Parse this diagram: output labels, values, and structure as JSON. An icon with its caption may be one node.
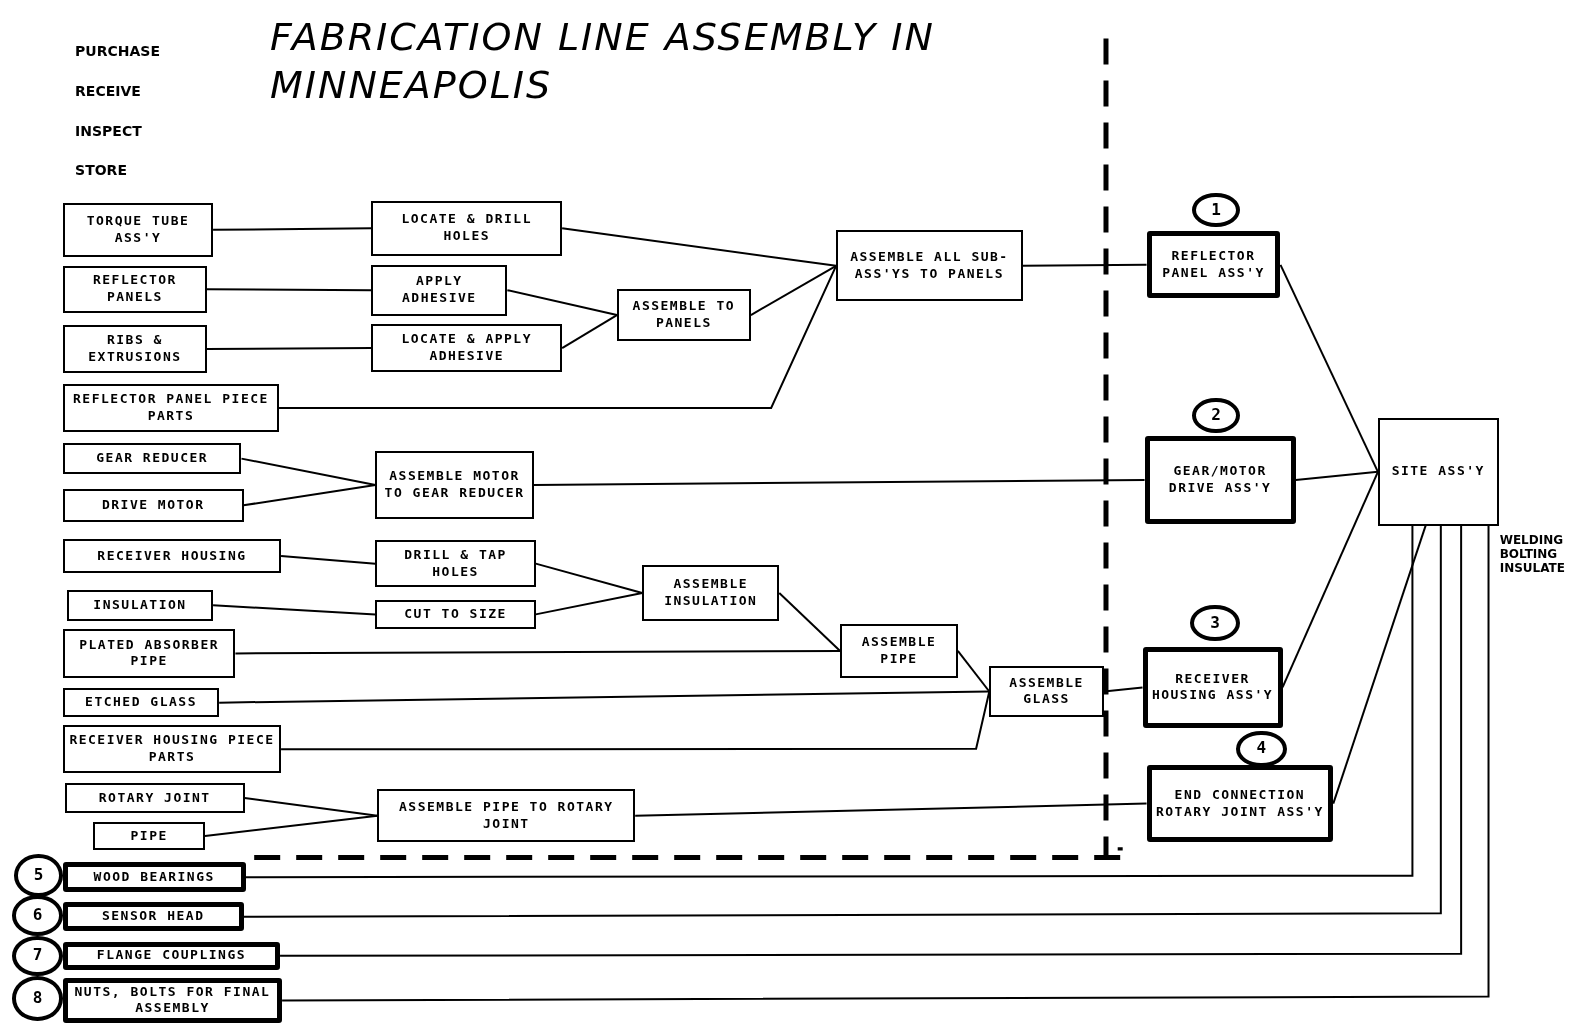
{
  "diagram": {
    "title": "FABRICATION LINE ASSEMBLY IN MINNEAPOLIS",
    "nodes": [
      {
        "text": [
          "TORQUE TUBE ASS'Y"
        ]
      },
      {
        "text": [
          "REFLECTOR PANELS"
        ]
      },
      {
        "text": [
          "RIBS & EXTRUSIONS"
        ]
      },
      {
        "text": [
          "REFLECTOR PANEL PIECE PARTS"
        ]
      },
      {
        "text": [
          "GEAR REDUCER"
        ]
      },
      {
        "text": [
          "DRIVE MOTOR"
        ]
      },
      {
        "text": [
          "RECEIVER HOUSING"
        ]
      },
      {
        "text": [
          "INSULATION"
        ]
      },
      {
        "text": [
          "PLATED ABSORBER PIPE"
        ]
      },
      {
        "text": [
          "ETCHED GLASS"
        ]
      },
      {
        "text": [
          "RECEIVER HOUSING PIECE PARTS"
        ]
      },
      {
        "text": [
          "ROTARY JOINT"
        ]
      },
      {
        "text": [
          "PIPE"
        ]
      },
      {
        "text": [
          "WOOD BEARINGS"
        ]
      },
      {
        "text": [
          "SENSOR HEAD"
        ]
      },
      {
        "text": [
          "FLANGE COUPLINGS"
        ]
      },
      {
        "text": [
          "NUTS, BOLTS FOR FINAL ASSEMBLY"
        ]
      },
      {
        "text": [
          "LOCATE & DRILL HOLES"
        ]
      },
      {
        "text": [
          "APPLY ADHESIVE"
        ]
      },
      {
        "text": [
          "LOCATE & APPLY ADHESIVE"
        ]
      },
      {
        "text": [
          "ASSEMBLE TO PANELS"
        ]
      },
      {
        "text": [
          "ASSEMBLE ALL SUB-ASS'YS TO PANELS"
        ]
      },
      {
        "text": [
          "ASSEMBLE MOTOR TO GEAR REDUCER"
        ]
      },
      {
        "text": [
          "DRILL & TAP HOLES"
        ]
      },
      {
        "text": [
          "CUT TO SIZE"
        ]
      },
      {
        "text": [
          "ASSEMBLE INSULATION"
        ]
      },
      {
        "text": [
          "ASSEMBLE PIPE"
        ]
      },
      {
        "text": [
          "ASSEMBLE GLASS"
        ]
      },
      {
        "text": [
          "ASSEMBLE PIPE TO ROTARY JOINT"
        ]
      },
      {
        "text": [
          "REFLECTOR PANEL ASS'Y"
        ]
      },
      {
        "text": [
          "GEAR/MOTOR DRIVE ASS'Y"
        ]
      },
      {
        "text": [
          "RECEIVER HOUSING ASS'Y"
        ]
      },
      {
        "text": [
          "END CONNECTION ROTARY JOINT ASS'Y"
        ]
      },
      {
        "text": [
          "SITE ASS'Y"
        ]
      },
      {
        "text": [
          "1"
        ]
      },
      {
        "text": [
          "2"
        ]
      },
      {
        "text": [
          "3"
        ]
      },
      {
        "text": [
          "4"
        ]
      },
      {
        "text": [
          "5"
        ]
      },
      {
        "text": [
          "6"
        ]
      },
      {
        "text": [
          "7"
        ]
      },
      {
        "text": [
          "8"
        ]
      }
    ],
    "edges": [
      {
        "from": 0,
        "to": 17,
        "arrow": "none"
      },
      {
        "from": 17,
        "to": 21,
        "arrow": "none"
      },
      {
        "from": 1,
        "to": 18,
        "arrow": "none"
      },
      {
        "from": 18,
        "to": 20,
        "arrow": "none"
      },
      {
        "from": 2,
        "to": 19,
        "arrow": "none"
      },
      {
        "from": 19,
        "to": 20,
        "arrow": "none"
      },
      {
        "from": 20,
        "to": 21,
        "arrow": "none"
      },
      {
        "from": 3,
        "to": 21,
        "arrow": "none"
      },
      {
        "from": 21,
        "to": 29,
        "arrow": "none"
      },
      {
        "from": 4,
        "to": 22,
        "arrow": "none"
      },
      {
        "from": 5,
        "to": 22,
        "arrow": "none"
      },
      {
        "from": 22,
        "to": 30,
        "arrow": "none"
      },
      {
        "from": 6,
        "to": 23,
        "arrow": "none"
      },
      {
        "from": 7,
        "to": 24,
        "arrow": "none"
      },
      {
        "from": 23,
        "to": 25,
        "arrow": "none"
      },
      {
        "from": 24,
        "to": 25,
        "arrow": "none"
      },
      {
        "from": 25,
        "to": 26,
        "arrow": "none"
      },
      {
        "from": 8,
        "to": 26,
        "arrow": "none"
      },
      {
        "from": 26,
        "to": 27,
        "arrow": "none"
      },
      {
        "from": 9,
        "to": 27,
        "arrow": "none"
      },
      {
        "from": 10,
        "to": 27,
        "arrow": "none"
      },
      {
        "from": 27,
        "to": 31,
        "arrow": "none"
      },
      {
        "from": 11,
        "to": 28,
        "arrow": "none"
      },
      {
        "from": 12,
        "to": 28,
        "arrow": "none"
      },
      {
        "from": 28,
        "to": 32,
        "arrow": "none"
      },
      {
        "from": 29,
        "to": 33,
        "arrow": "none"
      },
      {
        "from": 30,
        "to": 33,
        "arrow": "none"
      },
      {
        "from": 31,
        "to": 33,
        "arrow": "none"
      },
      {
        "from": 32,
        "to": 33,
        "arrow": "none"
      },
      {
        "from": 13,
        "to": 33,
        "arrow": "none"
      },
      {
        "from": 14,
        "to": 33,
        "arrow": "none"
      },
      {
        "from": 15,
        "to": 33,
        "arrow": "none"
      },
      {
        "from": 16,
        "to": 33,
        "arrow": "none"
      }
    ],
    "labels": [
      "PURCHASE",
      "RECEIVE",
      "INSPECT",
      "STORE",
      "WELDING BOLTING INSULATE"
    ]
  }
}
